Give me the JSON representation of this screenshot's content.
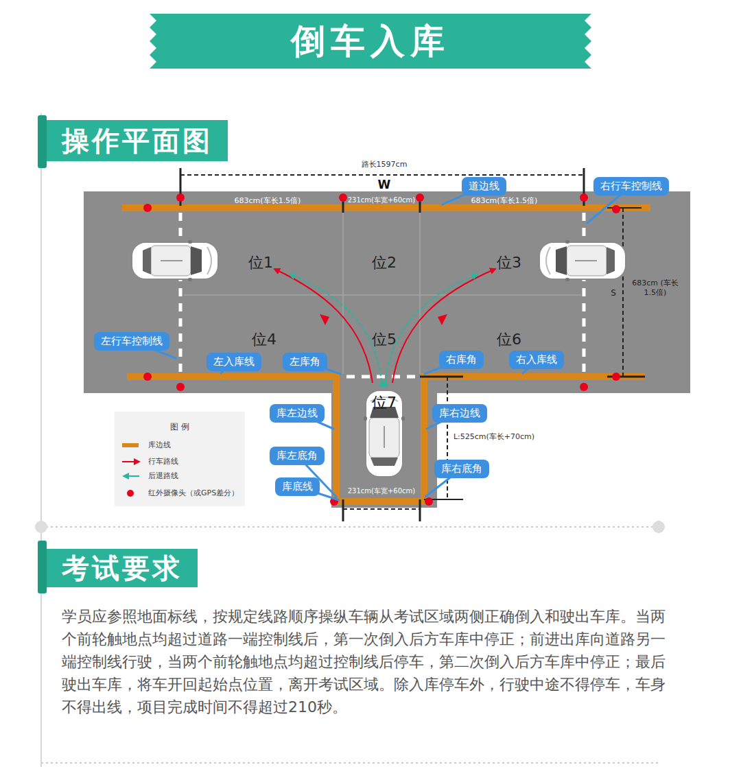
{
  "diagram": {
    "title": "倒车入库",
    "nodes": [
      {
        "text": [
          "操作平面图"
        ]
      },
      {
        "text": [
          "道边线"
        ]
      },
      {
        "text": [
          "右行车控制线"
        ]
      },
      {
        "text": [
          "左行车控制线"
        ]
      },
      {
        "text": [
          "左入库线"
        ]
      },
      {
        "text": [
          "左库角"
        ]
      },
      {
        "text": [
          "右库角"
        ]
      },
      {
        "text": [
          "右入库线"
        ]
      },
      {
        "text": [
          "库左边线"
        ]
      },
      {
        "text": [
          "库右边线"
        ]
      },
      {
        "text": [
          "库左底角"
        ]
      },
      {
        "text": [
          "库右底角"
        ]
      },
      {
        "text": [
          "库底线"
        ]
      },
      {
        "text": [
          "考试要求"
        ]
      }
    ],
    "labels": [
      "路长1597cm",
      "W",
      "683cm(车长1.5倍)",
      "231cm(车宽+60cm)",
      "683cm(车长1.5倍)",
      "位1",
      "位2",
      "位3",
      "683cm (车长1.5倍)",
      "S",
      "位4",
      "位5",
      "位6",
      "位7",
      "L:525cm(车长+70cm)",
      "图 例",
      "231cm(车宽+60cm)",
      "学员应参照地面标线，按规定线路顺序操纵车辆从考试区域两侧正确倒入和驶出车库。当两个前轮触地点均超过道路一端控制线后，第一次倒入后方车库中停正；前进出库向道路另一端控制线行驶，当两个前轮触地点均超过控制线后停车，第二次倒入后方车库中停正；最后驶出车库，将车开回起始点位置，离开考试区域。除入库停车外，行驶中途不得停车，车身不得出线，项目完成时间不得超过210秒。"
    ],
    "legend": [
      {
        "text": "库边线",
        "color": "#d9861c"
      },
      {
        "text": "行车路线"
      },
      {
        "text": "后退路线"
      },
      {
        "text": "红外摄像头（或GPS差分）",
        "color": "#e8001c"
      }
    ]
  }
}
